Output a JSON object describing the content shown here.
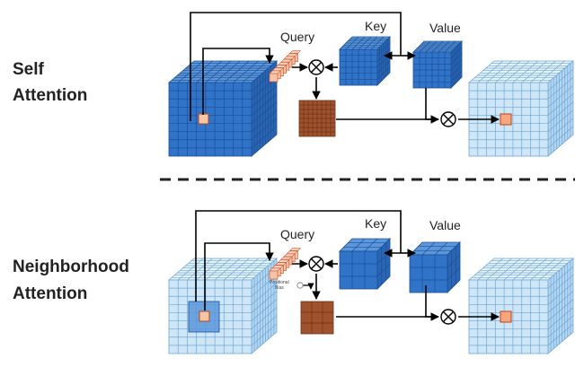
{
  "labels": {
    "self_attention": [
      "Self",
      "Attention"
    ],
    "neighborhood_attention": [
      "Neighborhood",
      "Attention"
    ],
    "query": "Query",
    "key": "Key",
    "value": "Value",
    "positional_bias": [
      "Positional",
      "Bias"
    ],
    "multiply_symbol": "⊗"
  },
  "colors": {
    "dark_blue": "#2f74c9",
    "mid_blue": "#5b97da",
    "light_blue": "#cfe6f7",
    "light_blue_top": "#e6f3fc",
    "light_blue_side": "#b3d5ef",
    "grid_dark": "#1c4f97",
    "grid_light": "#6fa8d8",
    "query_fill": "#f6c4a8",
    "query_stroke": "#d8562e",
    "highlight_pixel": "#f9c5a5",
    "attn_matrix": "#a0522d",
    "attn_grid": "#6b3419",
    "arrow": "#000000",
    "separator": "#222222"
  }
}
